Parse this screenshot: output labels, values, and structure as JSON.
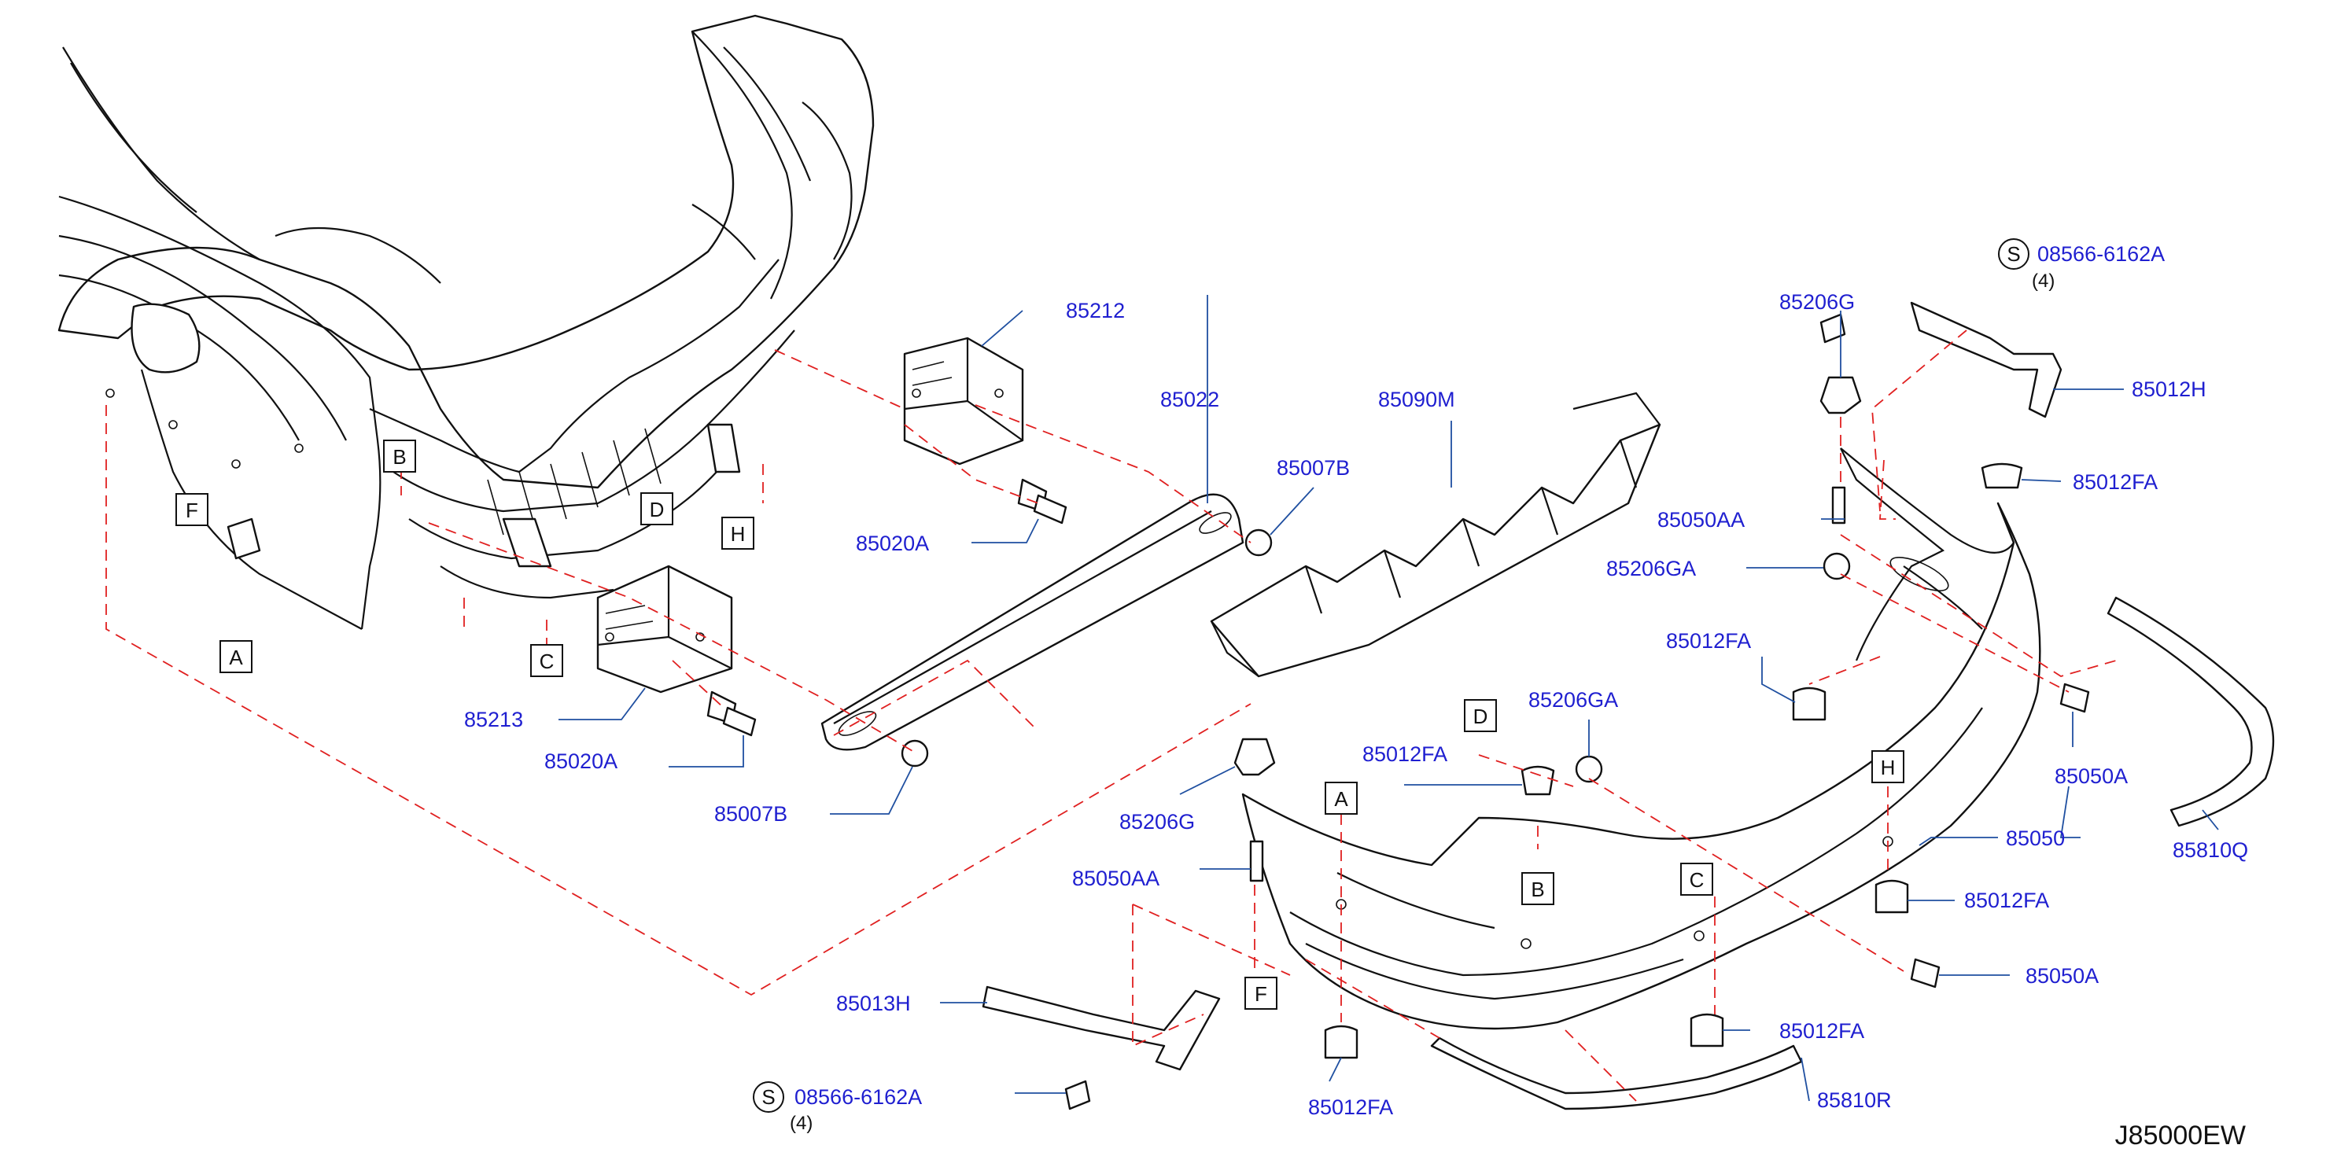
{
  "diagram_code": "J85000EW",
  "parts": {
    "p85212": "85212",
    "p85022": "85022",
    "p85090M": "85090M",
    "p85007B_a": "85007B",
    "p85007B_b": "85007B",
    "p85020A_a": "85020A",
    "p85020A_b": "85020A",
    "p85213": "85213",
    "p85206G_a": "85206G",
    "p85206G_b": "85206G",
    "p85012H": "85012H",
    "p85012FA_a": "85012FA",
    "p85012FA_b": "85012FA",
    "p85012FA_c": "85012FA",
    "p85012FA_d": "85012FA",
    "p85012FA_e": "85012FA",
    "p85012FA_f": "85012FA",
    "p85050AA_a": "85050AA",
    "p85050AA_b": "85050AA",
    "p85206GA_a": "85206GA",
    "p85206GA_b": "85206GA",
    "p85050A_a": "85050A",
    "p85050A_b": "85050A",
    "p85810Q": "85810Q",
    "p85050": "85050",
    "p85013H": "85013H",
    "p85810R": "85810R",
    "s_part_a": "08566-6162A",
    "s_part_b": "08566-6162A",
    "s_qty_a": "(4)",
    "s_qty_b": "(4)",
    "s_symbol": "S"
  },
  "refs": {
    "A": "A",
    "B": "B",
    "C": "C",
    "D": "D",
    "F": "F",
    "H": "H"
  }
}
